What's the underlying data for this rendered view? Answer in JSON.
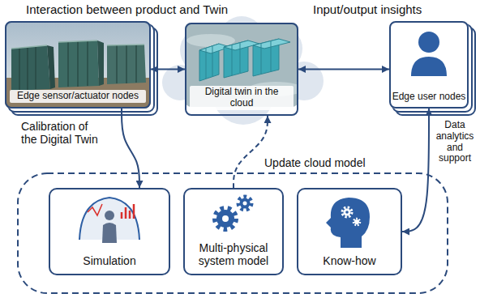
{
  "diagram": {
    "nodes": [
      {
        "text": [
          "Edge sensor/actuator nodes"
        ]
      },
      {
        "text": [
          "Digital twin in the cloud"
        ]
      },
      {
        "text": [
          "Edge user nodes"
        ]
      },
      {
        "text": [
          "Simulation"
        ]
      },
      {
        "text": [
          "Multi-physical system model"
        ]
      },
      {
        "text": [
          "Know-how"
        ]
      }
    ],
    "edges": [
      {
        "from": 0,
        "to": 1,
        "arrow": "both"
      },
      {
        "from": 1,
        "to": 2,
        "arrow": "both"
      },
      {
        "from": 0,
        "to": 3,
        "label": "Calibration of the Digital Twin",
        "arrow": "to"
      },
      {
        "from": 4,
        "to": 1,
        "label": "Update cloud model",
        "arrow": "to"
      },
      {
        "from": 2,
        "to": 5,
        "label": "Data analytics and support",
        "arrow": "both"
      }
    ],
    "labels": [
      "Interaction between product and Twin",
      "Input/output insights"
    ]
  }
}
